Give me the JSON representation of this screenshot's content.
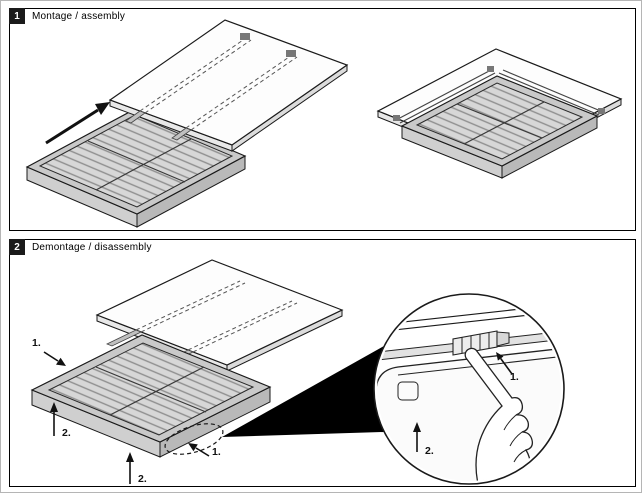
{
  "panels": {
    "assembly": {
      "number": "1",
      "title": "Montage / assembly"
    },
    "disassembly": {
      "number": "2",
      "title": "Demontage / disassembly",
      "steps": {
        "one": "1.",
        "two": "2."
      },
      "detail_steps": {
        "one": "1.",
        "two": "2."
      }
    }
  },
  "colors": {
    "line": "#1a1a1a",
    "tray": "#c9c9c9",
    "board": "#fdfdfd"
  }
}
